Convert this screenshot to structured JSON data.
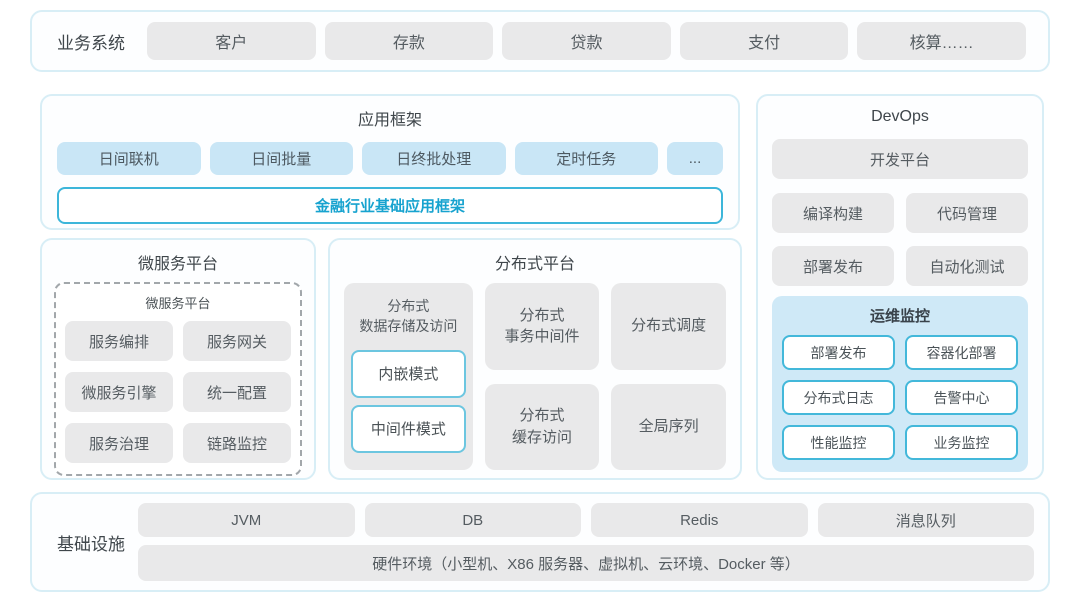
{
  "colors": {
    "panel_border": "#d8eef6",
    "accent_cyan": "#3cb6da",
    "accent_text": "#17a3cf",
    "gray_box": "#e9e9ea",
    "blue_box": "#c9e6f6",
    "monitor_bg": "#cfe9f7"
  },
  "business_system": {
    "label": "业务系统",
    "items": [
      "客户",
      "存款",
      "贷款",
      "支付",
      "核算……"
    ]
  },
  "app_framework": {
    "title": "应用框架",
    "items": [
      "日间联机",
      "日间批量",
      "日终批处理",
      "定时任务",
      "..."
    ],
    "base": "金融行业基础应用框架"
  },
  "devops": {
    "title": "DevOps",
    "dev_platform": "开发平台",
    "items": [
      "编译构建",
      "代码管理",
      "部署发布",
      "自动化测试"
    ],
    "monitor": {
      "title": "运维监控",
      "items": [
        "部署发布",
        "容器化部署",
        "分布式日志",
        "告警中心",
        "性能监控",
        "业务监控"
      ]
    }
  },
  "microservice": {
    "title": "微服务平台",
    "inner_title": "微服务平台",
    "items": [
      "服务编排",
      "服务网关",
      "微服务引擎",
      "统一配置",
      "服务治理",
      "链路监控"
    ]
  },
  "distributed": {
    "title": "分布式平台",
    "storage": {
      "title": "分布式\n数据存储及访问",
      "modes": [
        "内嵌模式",
        "中间件模式"
      ]
    },
    "boxes": [
      "分布式\n事务中间件",
      "分布式调度",
      "分布式\n缓存访问",
      "全局序列"
    ]
  },
  "infrastructure": {
    "label": "基础设施",
    "items": [
      "JVM",
      "DB",
      "Redis",
      "消息队列"
    ],
    "hardware": "硬件环境（小型机、X86 服务器、虚拟机、云环境、Docker 等）"
  }
}
